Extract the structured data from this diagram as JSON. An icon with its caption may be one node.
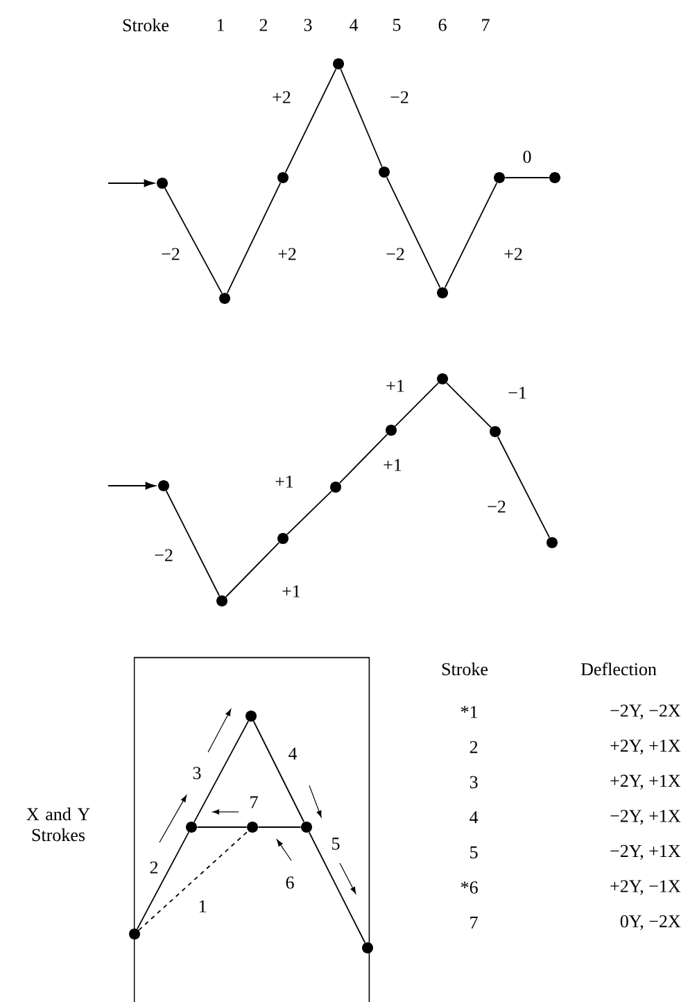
{
  "diagram": {
    "nodes": [
      {
        "text": [],
        "shape": "circle"
      },
      {
        "text": [],
        "shape": "circle"
      },
      {
        "text": [],
        "shape": "circle"
      },
      {
        "text": [],
        "shape": "circle"
      },
      {
        "text": [],
        "shape": "circle"
      },
      {
        "text": [],
        "shape": "circle"
      },
      {
        "text": [],
        "shape": "circle"
      },
      {
        "text": [],
        "shape": "circle"
      },
      {
        "text": [],
        "shape": "circle"
      },
      {
        "text": [],
        "shape": "circle"
      },
      {
        "text": [],
        "shape": "circle"
      },
      {
        "text": [],
        "shape": "circle"
      },
      {
        "text": [],
        "shape": "circle"
      },
      {
        "text": [],
        "shape": "circle"
      },
      {
        "text": [],
        "shape": "circle"
      },
      {
        "text": [],
        "shape": "circle"
      },
      {
        "text": [],
        "shape": "box",
        "beside": [
          "X and Y Strokes"
        ]
      },
      {
        "text": [],
        "shape": "circle",
        "in": 16
      },
      {
        "text": [],
        "shape": "circle",
        "in": 16
      },
      {
        "text": [],
        "shape": "circle",
        "in": 16
      },
      {
        "text": [],
        "shape": "circle",
        "in": 16
      },
      {
        "text": [],
        "shape": "circle",
        "in": 16
      },
      {
        "text": [],
        "shape": "circle",
        "in": 16
      }
    ],
    "edges": [
      {
        "from": null,
        "to": 0,
        "arrow": "to"
      },
      {
        "from": 0,
        "to": 1,
        "arrow": "none",
        "label": "−2"
      },
      {
        "from": 1,
        "to": 2,
        "arrow": "none",
        "label": "+2"
      },
      {
        "from": 2,
        "to": 3,
        "arrow": "none",
        "label": "+2"
      },
      {
        "from": 3,
        "to": 4,
        "arrow": "none",
        "label": "−2"
      },
      {
        "from": 4,
        "to": 5,
        "arrow": "none",
        "label": "−2"
      },
      {
        "from": 5,
        "to": 6,
        "arrow": "none",
        "label": "+2"
      },
      {
        "from": 6,
        "to": 7,
        "arrow": "none",
        "label": "0"
      },
      {
        "from": null,
        "to": 8,
        "arrow": "to"
      },
      {
        "from": 8,
        "to": 9,
        "arrow": "none",
        "label": "−2"
      },
      {
        "from": 9,
        "to": 10,
        "arrow": "none",
        "label": "+1"
      },
      {
        "from": 10,
        "to": 11,
        "arrow": "none",
        "label": "+1"
      },
      {
        "from": 11,
        "to": 12,
        "arrow": "none",
        "label": "+1"
      },
      {
        "from": 12,
        "to": 13,
        "arrow": "none",
        "label": "+1"
      },
      {
        "from": 13,
        "to": 14,
        "arrow": "none",
        "label": "−1"
      },
      {
        "from": 14,
        "to": 15,
        "arrow": "none",
        "label": "−2"
      },
      {
        "from": 21,
        "to": 18,
        "arrow": "none"
      },
      {
        "from": 18,
        "to": 17,
        "arrow": "none"
      },
      {
        "from": 17,
        "to": 20,
        "arrow": "none"
      },
      {
        "from": 20,
        "to": 22,
        "arrow": "none"
      },
      {
        "from": 18,
        "to": 19,
        "arrow": "none"
      },
      {
        "from": 19,
        "to": 20,
        "arrow": "none"
      },
      {
        "from": 21,
        "to": 19,
        "arrow": "none",
        "style": "dashed"
      }
    ],
    "labels": [
      "Stroke",
      "1",
      "2",
      "3",
      "4",
      "5",
      "6",
      "7",
      "3",
      "4",
      "7",
      "2",
      "5",
      "6",
      "1",
      "Stroke",
      "Deflection",
      "*1",
      "−2Y, −2X",
      "2",
      "+2Y, +1X",
      "3",
      "+2Y, +1X",
      "4",
      "−2Y, +1X",
      "5",
      "−2Y, +1X",
      "*6",
      "+2Y, −1X",
      "7",
      "0Y, −2X"
    ]
  }
}
